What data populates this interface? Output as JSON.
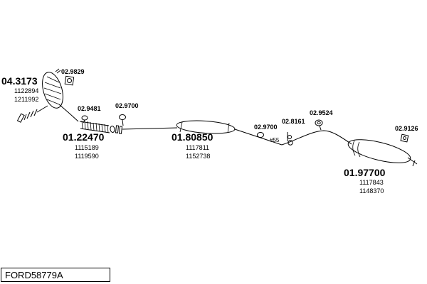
{
  "colors": {
    "ink": "#000000",
    "background": "#ffffff"
  },
  "title_block": {
    "code": "FORD58779A"
  },
  "parts": {
    "catalyst": {
      "number": "04.3173",
      "ref1": "1122894",
      "ref2": "1211992"
    },
    "front_pipe": {
      "number": "01.22470",
      "ref1": "1115189",
      "ref2": "1119590"
    },
    "center_muffler": {
      "number": "01.80850",
      "ref1": "1117811",
      "ref2": "1152738"
    },
    "rear_muffler": {
      "number": "01.97700",
      "ref1": "1117843",
      "ref2": "1148370"
    }
  },
  "fittings": {
    "gasket": "02.9829",
    "clamp_front": "02.9481",
    "clamp_flex": "02.9700",
    "clamp_mid": "02.9700",
    "hanger_mid": "02.8161",
    "ring_rear": "02.9524",
    "hanger_rear": "02.9126"
  },
  "annotations": {
    "pipe_note": "#55"
  }
}
